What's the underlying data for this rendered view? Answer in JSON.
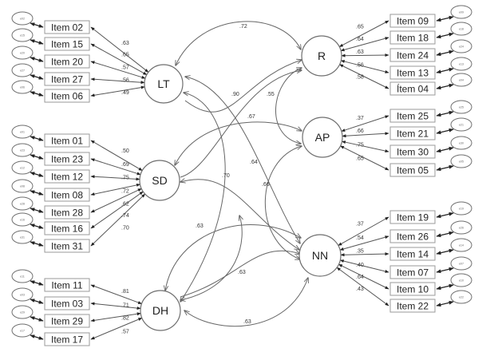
{
  "factors": [
    {
      "id": "LT",
      "label": "LT",
      "items": [
        {
          "label": "Item 02",
          "loading": ".63",
          "error": "e02"
        },
        {
          "label": "Item 15",
          "loading": ".65",
          "error": "e15"
        },
        {
          "label": "Item 20",
          "loading": ".57",
          "error": "e20"
        },
        {
          "label": "Item 27",
          "loading": ".56",
          "error": "e27"
        },
        {
          "label": "Item 06",
          "loading": ".49",
          "error": "e06"
        }
      ]
    },
    {
      "id": "SD",
      "label": "SD",
      "items": [
        {
          "label": "Item 01",
          "loading": ".50",
          "error": "e01"
        },
        {
          "label": "Item 23",
          "loading": ".69",
          "error": "e23"
        },
        {
          "label": "Item 12",
          "loading": ".75",
          "error": "e12"
        },
        {
          "label": "Item 08",
          "loading": ".72",
          "error": "e08"
        },
        {
          "label": "Item 28",
          "loading": ".62",
          "error": "e28"
        },
        {
          "label": "Item 16",
          "loading": ".74",
          "error": "e16"
        },
        {
          "label": "Item 31",
          "loading": ".70",
          "error": "e31"
        }
      ]
    },
    {
      "id": "DH",
      "label": "DH",
      "items": [
        {
          "label": "Item 11",
          "loading": ".81",
          "error": "e11"
        },
        {
          "label": "Item 03",
          "loading": ".71",
          "error": "e03"
        },
        {
          "label": "Item 29",
          "loading": ".82",
          "error": "e29"
        },
        {
          "label": "Item 17",
          "loading": ".57",
          "error": "e17"
        }
      ]
    },
    {
      "id": "R",
      "label": "R",
      "items": [
        {
          "label": "Item 09",
          "loading": ".65",
          "error": "e09"
        },
        {
          "label": "Item 18",
          "loading": ".64",
          "error": "e18"
        },
        {
          "label": "Item 24",
          "loading": ".63",
          "error": "e24"
        },
        {
          "label": "Item 13",
          "loading": ".56",
          "error": "e13"
        },
        {
          "label": "Ítem 04",
          "loading": ".58",
          "error": "e04"
        }
      ]
    },
    {
      "id": "AP",
      "label": "AP",
      "items": [
        {
          "label": "Item 25",
          "loading": ".37",
          "error": "e25"
        },
        {
          "label": "Item 21",
          "loading": ".66",
          "error": "e21"
        },
        {
          "label": "Item 30",
          "loading": ".75",
          "error": "e30"
        },
        {
          "label": "Item 05",
          "loading": ".65",
          "error": "e05"
        }
      ]
    },
    {
      "id": "NN",
      "label": "NN",
      "items": [
        {
          "label": "Item 19",
          "loading": ".37",
          "error": "e19"
        },
        {
          "label": "Item 26",
          "loading": ".54",
          "error": "e26"
        },
        {
          "label": "Item 14",
          "loading": ".35",
          "error": "e14"
        },
        {
          "label": "Item 07",
          "loading": ".40",
          "error": "e07"
        },
        {
          "label": "Item 10",
          "loading": ".64",
          "error": "e10"
        },
        {
          "label": "Item 22",
          "loading": ".43",
          "error": "e22"
        }
      ]
    }
  ],
  "covariances": [
    {
      "from": "LT",
      "to": "R",
      "value": ".72"
    },
    {
      "from": "LT",
      "to": "NN",
      "value": ".90"
    },
    {
      "from": "LT",
      "to": "DH",
      "value": ".70"
    },
    {
      "from": "R",
      "to": "SD",
      "value": ".55"
    },
    {
      "from": "SD",
      "to": "AP",
      "value": ".67"
    },
    {
      "from": "SD",
      "to": "NN",
      "value": ".64"
    },
    {
      "from": "AP",
      "to": "DH",
      "value": ".66"
    },
    {
      "from": "DH",
      "to": "NN",
      "value": ".63"
    },
    {
      "from": "AP",
      "to": "NN",
      "value": ".63"
    },
    {
      "from": "NN",
      "to": "DH",
      "value": ".63"
    }
  ]
}
